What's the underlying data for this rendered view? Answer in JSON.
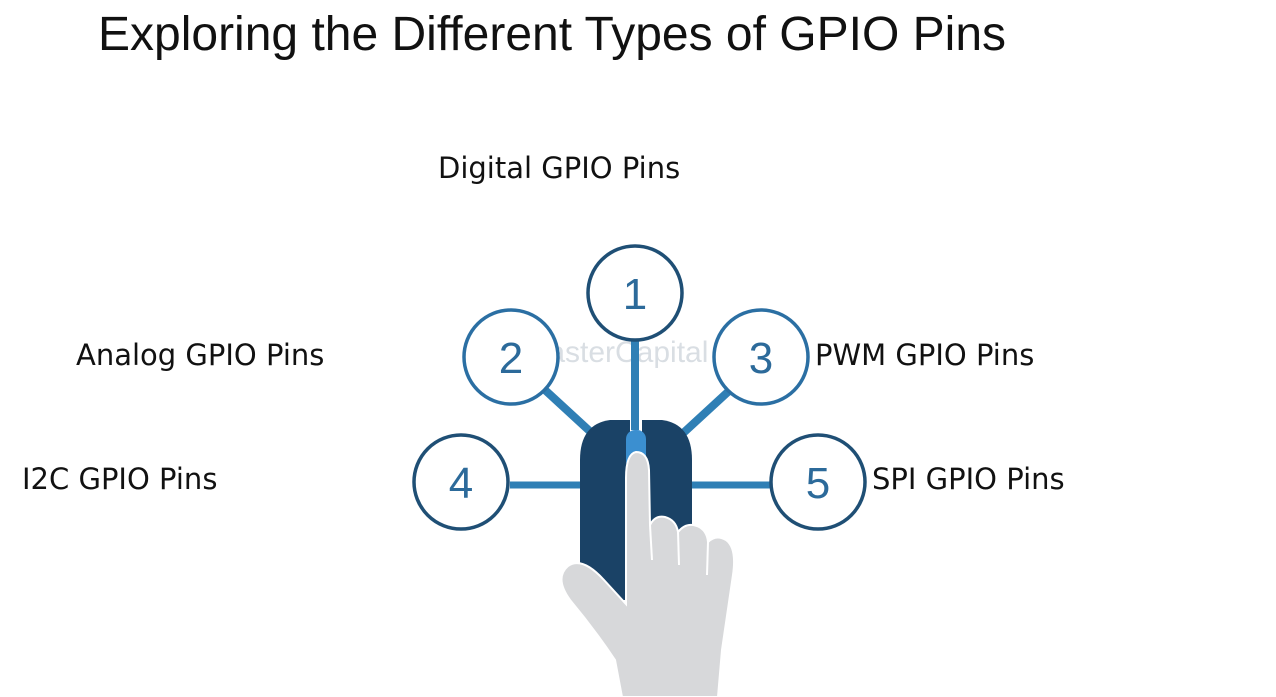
{
  "title": "Exploring the Different Types of GPIO Pins",
  "watermark": "FasterCapital",
  "items": [
    {
      "number": "1",
      "label": "Digital GPIO Pins"
    },
    {
      "number": "2",
      "label": "Analog GPIO Pins"
    },
    {
      "number": "3",
      "label": "PWM GPIO Pins"
    },
    {
      "number": "4",
      "label": "I2C GPIO Pins"
    },
    {
      "number": "5",
      "label": "SPI GPIO Pins"
    }
  ],
  "colors": {
    "circle_stroke": "#1f4f75",
    "number": "#2c6a9a",
    "connector": "#2f7fb5",
    "mouse_dark": "#1a4266",
    "scroll_wheel": "#3b8fd0",
    "hand": "#d7d8da"
  }
}
